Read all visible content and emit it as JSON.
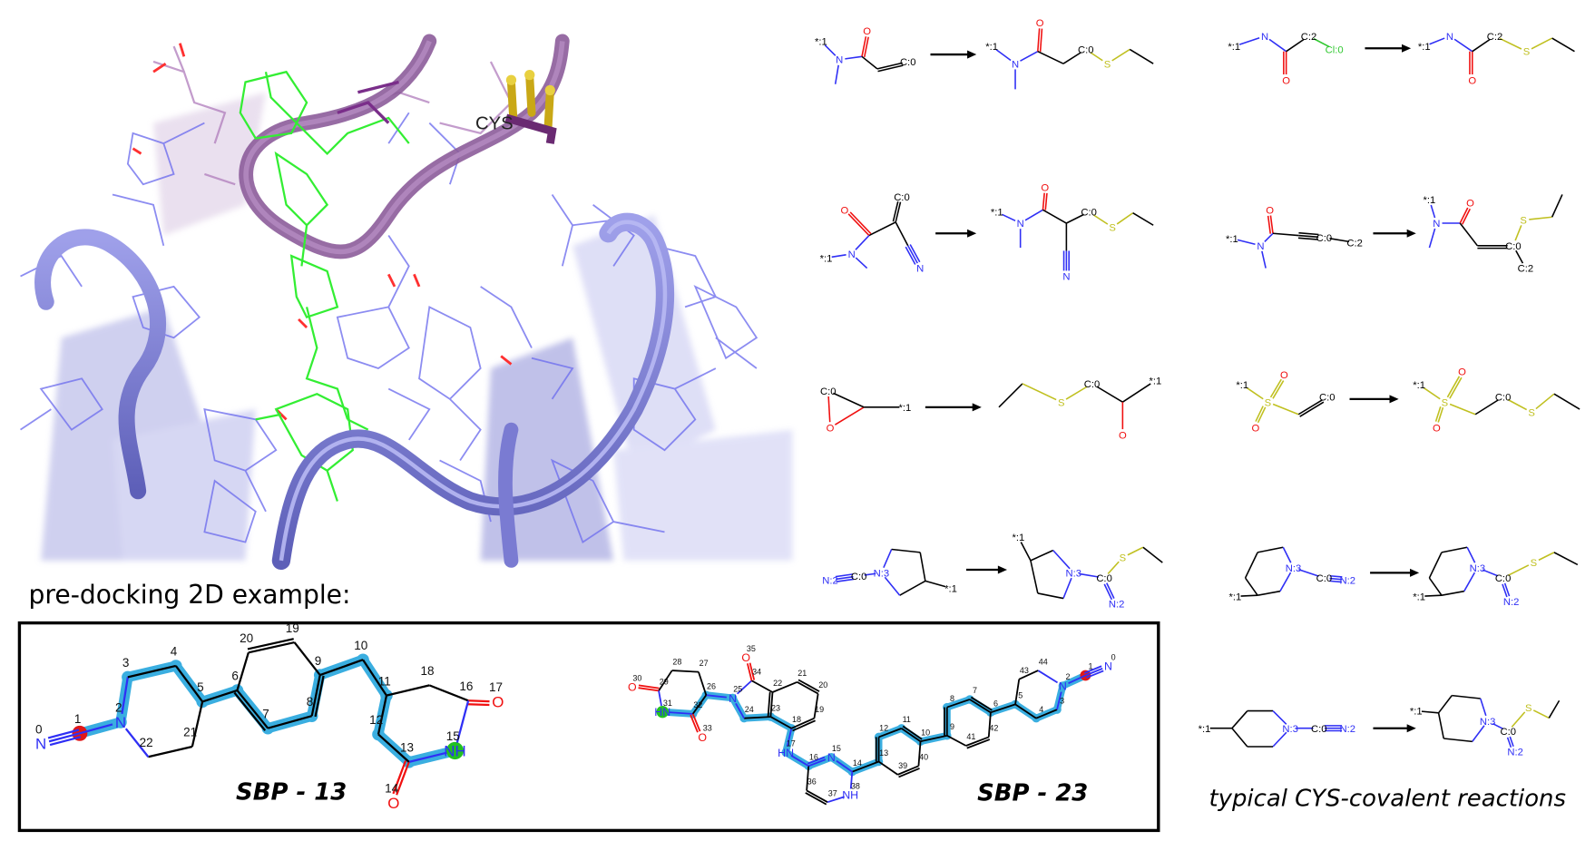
{
  "figure": {
    "section_heading": "pre-docking 2D example:",
    "reactions_caption": "typical CYS-covalent reactions",
    "residue_label": "CYS"
  },
  "colors": {
    "nitrogen": "#2f2ff5",
    "oxygen": "#f01010",
    "sulfur": "#c0c020",
    "chlorine": "#30c830",
    "highlight": "#3aaee0",
    "warhead_atom": "#e01818",
    "nh_atom": "#22c022",
    "ribbon_blue": "#7d7ed6",
    "ribbon_purple": "#9b6aa9",
    "ligand_green": "#33ee33"
  },
  "molecules": [
    {
      "name": "SBP - 13",
      "atoms": [
        {
          "i": "0",
          "s": "N"
        },
        {
          "i": "1",
          "s": null
        },
        {
          "i": "2",
          "s": "N"
        },
        {
          "i": "3",
          "s": null
        },
        {
          "i": "4",
          "s": null
        },
        {
          "i": "5",
          "s": null
        },
        {
          "i": "6",
          "s": null
        },
        {
          "i": "7",
          "s": null
        },
        {
          "i": "8",
          "s": null
        },
        {
          "i": "9",
          "s": null
        },
        {
          "i": "10",
          "s": null
        },
        {
          "i": "11",
          "s": null
        },
        {
          "i": "12",
          "s": null
        },
        {
          "i": "13",
          "s": null
        },
        {
          "i": "14",
          "s": "O"
        },
        {
          "i": "15",
          "s": "NH"
        },
        {
          "i": "16",
          "s": null
        },
        {
          "i": "17",
          "s": "O"
        },
        {
          "i": "18",
          "s": null
        },
        {
          "i": "19",
          "s": null
        },
        {
          "i": "20",
          "s": null
        },
        {
          "i": "21",
          "s": null
        },
        {
          "i": "22",
          "s": null
        }
      ]
    },
    {
      "name": "SBP - 23",
      "atoms": [
        {
          "i": "0",
          "s": "N"
        },
        {
          "i": "1",
          "s": null
        },
        {
          "i": "2",
          "s": "N"
        },
        {
          "i": "3",
          "s": null
        },
        {
          "i": "4",
          "s": null
        },
        {
          "i": "5",
          "s": null
        },
        {
          "i": "6",
          "s": null
        },
        {
          "i": "7",
          "s": null
        },
        {
          "i": "8",
          "s": null
        },
        {
          "i": "9",
          "s": null
        },
        {
          "i": "10",
          "s": null
        },
        {
          "i": "11",
          "s": null
        },
        {
          "i": "12",
          "s": null
        },
        {
          "i": "13",
          "s": null
        },
        {
          "i": "14",
          "s": null
        },
        {
          "i": "15",
          "s": "N"
        },
        {
          "i": "16",
          "s": null
        },
        {
          "i": "17",
          "s": "HN"
        },
        {
          "i": "18",
          "s": null
        },
        {
          "i": "19",
          "s": null
        },
        {
          "i": "20",
          "s": null
        },
        {
          "i": "21",
          "s": null
        },
        {
          "i": "22",
          "s": null
        },
        {
          "i": "23",
          "s": null
        },
        {
          "i": "24",
          "s": null
        },
        {
          "i": "25",
          "s": "N"
        },
        {
          "i": "26",
          "s": null
        },
        {
          "i": "27",
          "s": null
        },
        {
          "i": "28",
          "s": null
        },
        {
          "i": "29",
          "s": null
        },
        {
          "i": "30",
          "s": "O"
        },
        {
          "i": "31",
          "s": "HN"
        },
        {
          "i": "32",
          "s": null
        },
        {
          "i": "33",
          "s": "O"
        },
        {
          "i": "34",
          "s": null
        },
        {
          "i": "35",
          "s": "O"
        },
        {
          "i": "36",
          "s": null
        },
        {
          "i": "37",
          "s": null
        },
        {
          "i": "38",
          "s": "NH"
        },
        {
          "i": "39",
          "s": null
        },
        {
          "i": "40",
          "s": null
        },
        {
          "i": "41",
          "s": null
        },
        {
          "i": "42",
          "s": null
        },
        {
          "i": "43",
          "s": null
        },
        {
          "i": "44",
          "s": null
        }
      ]
    }
  ],
  "reactions": [
    {
      "reactant": [
        "*:1",
        "N",
        null,
        null,
        "O",
        null,
        "C:0"
      ],
      "product": [
        "*:1",
        "N",
        null,
        null,
        "O",
        null,
        "C:0",
        "S",
        null,
        null
      ]
    },
    {
      "reactant": [
        "*:1",
        "N",
        null,
        "O",
        "C:2",
        "Cl:0"
      ],
      "product": [
        "*:1",
        "N",
        null,
        "O",
        "C:2",
        "S",
        null,
        null
      ]
    },
    {
      "reactant": [
        "C:0",
        null,
        null,
        "O",
        "N",
        "*:1",
        null,
        null,
        "N"
      ],
      "product": [
        "*:1",
        "N",
        null,
        null,
        "O",
        null,
        null,
        "N",
        "C:0",
        "S",
        null,
        null
      ]
    },
    {
      "reactant": [
        "O",
        null,
        "N",
        "*:1",
        null,
        null,
        "C:0",
        "C:2"
      ],
      "product": [
        "*:1",
        "N",
        null,
        null,
        "O",
        null,
        "C:0",
        "S",
        null,
        null,
        "C:2"
      ]
    },
    {
      "reactant": [
        "C:0",
        "O",
        null,
        "*:1"
      ],
      "product": [
        null,
        null,
        "S",
        "C:0",
        null,
        "*:1",
        "O"
      ]
    },
    {
      "reactant": [
        "*:1",
        "S",
        "O",
        "O",
        null,
        "C:0"
      ],
      "product": [
        "*:1",
        "S",
        "O",
        "O",
        null,
        "C:0",
        "S",
        null,
        null
      ]
    },
    {
      "reactant": [
        "N:2",
        "C:0",
        "N:3",
        null,
        null,
        null,
        null,
        "*:1"
      ],
      "product": [
        "*:1",
        null,
        null,
        "N:3",
        null,
        null,
        "C:0",
        "N:2",
        "S",
        null,
        null
      ]
    },
    {
      "reactant": [
        null,
        null,
        null,
        "N:3",
        null,
        null,
        "*:1",
        "C:0",
        "N:2"
      ],
      "product": [
        null,
        null,
        null,
        "N:3",
        null,
        null,
        "*:1",
        "C:0",
        "N:2",
        "S",
        null,
        null
      ]
    },
    {
      "reactant": [
        "*:1",
        null,
        null,
        null,
        "N:3",
        null,
        null,
        "C:0",
        "N:2"
      ],
      "product": [
        "*:1",
        null,
        null,
        null,
        "N:3",
        null,
        null,
        "C:0",
        "N:2",
        "S",
        null,
        null
      ]
    }
  ]
}
